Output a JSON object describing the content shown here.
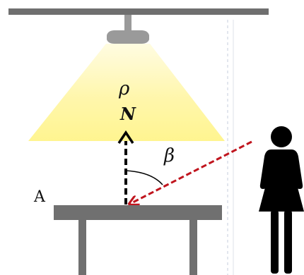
{
  "labels": {
    "density": "ρ",
    "normal": "N",
    "angle": "β",
    "point": "A"
  },
  "colors": {
    "ceiling": "#6f6f6f",
    "lamp": "#9a9a9a",
    "light_beam": "#fff59d",
    "table": "#707070",
    "normal_arrow": "#000000",
    "sight_line": "#c0151e",
    "person": "#000000",
    "background": "#ffffff"
  },
  "icons": {
    "lamp": "ceiling-lamp-icon",
    "person": "woman-icon",
    "table": "table-icon"
  }
}
